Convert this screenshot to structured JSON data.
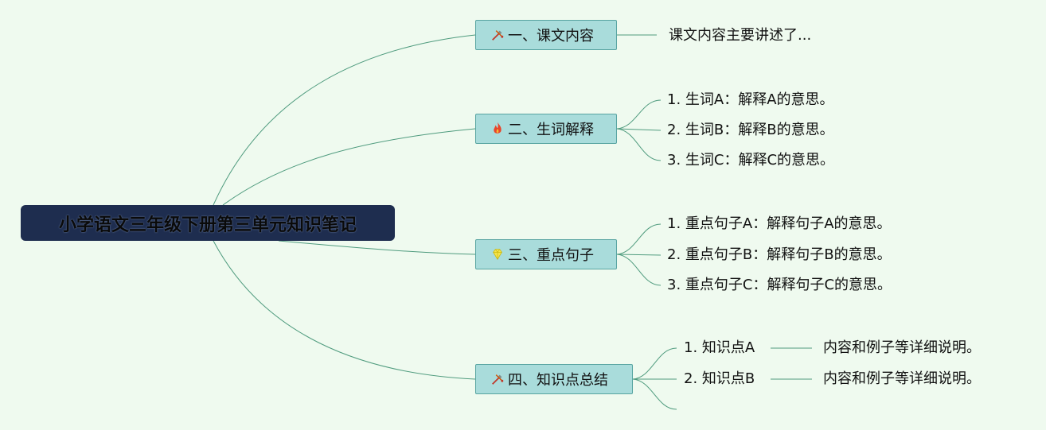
{
  "mindmap": {
    "root": "小学语文三年级下册第三单元知识笔记",
    "topics": [
      {
        "label": "一、课文内容",
        "icon": "tools-icon",
        "children": [
          "课文内容主要讲述了..."
        ]
      },
      {
        "label": "二、生词解释",
        "icon": "fire-icon",
        "children": [
          "1. 生词A：解释A的意思。",
          "2. 生词B：解释B的意思。",
          "3. 生词C：解释C的意思。"
        ]
      },
      {
        "label": "三、重点句子",
        "icon": "gem-icon",
        "children": [
          "1. 重点句子A：解释句子A的意思。",
          "2. 重点句子B：解释句子B的意思。",
          "3. 重点句子C：解释句子C的意思。"
        ]
      },
      {
        "label": "四、知识点总结",
        "icon": "tools-icon",
        "children": [
          {
            "label": "1. 知识点A",
            "detail": "内容和例子等详细说明。"
          },
          {
            "label": "2. 知识点B",
            "detail": "内容和例子等详细说明。"
          }
        ]
      }
    ]
  },
  "colors": {
    "background": "#effaef",
    "root_fill": "#1e2d4f",
    "topic_fill": "#a9dcdb",
    "connector": "#4f9b7e"
  }
}
